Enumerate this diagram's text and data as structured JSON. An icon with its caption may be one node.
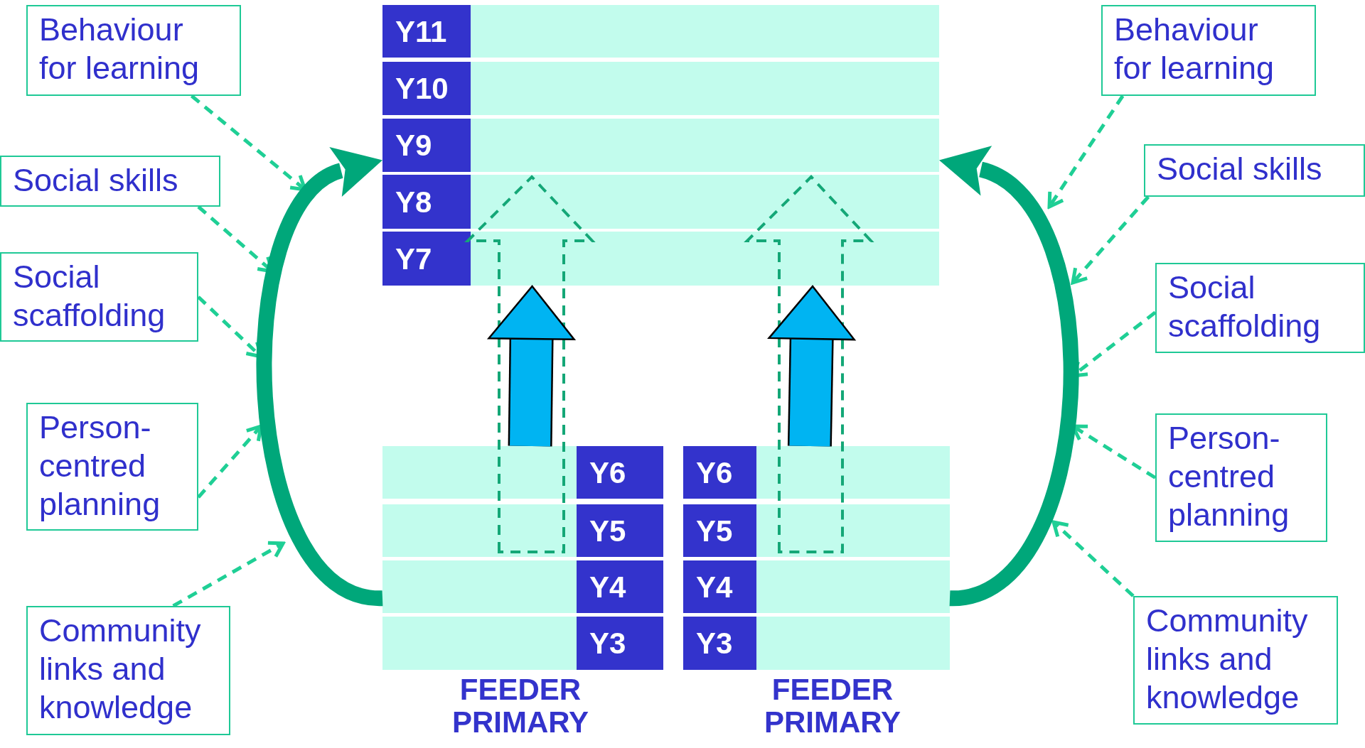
{
  "diagram": {
    "nodes": [
      {
        "text": [
          "Behaviour for learning"
        ]
      },
      {
        "text": [
          "Social skills"
        ]
      },
      {
        "text": [
          "Social scaffolding"
        ]
      },
      {
        "text": [
          "Person-centred planning"
        ]
      },
      {
        "text": [
          "Community links and knowledge"
        ]
      },
      {
        "text": [
          "Y11"
        ]
      },
      {
        "text": [
          "Y10"
        ]
      },
      {
        "text": [
          "Y9"
        ]
      },
      {
        "text": [
          "Y8"
        ]
      },
      {
        "text": [
          "Y7"
        ]
      },
      {
        "text": [
          "Behaviour for learning"
        ]
      },
      {
        "text": [
          "Social skills"
        ]
      },
      {
        "text": [
          "Social scaffolding"
        ]
      },
      {
        "text": [
          "Person-centred planning"
        ]
      },
      {
        "text": [
          "Community links and knowledge"
        ]
      },
      {
        "text": [
          "Y6"
        ]
      },
      {
        "text": [
          "Y5"
        ]
      },
      {
        "text": [
          "Y4"
        ]
      },
      {
        "text": [
          "Y3"
        ]
      },
      {
        "text": [
          "Y6"
        ]
      },
      {
        "text": [
          "Y5"
        ]
      },
      {
        "text": [
          "Y4"
        ]
      },
      {
        "text": [
          "Y3"
        ]
      }
    ],
    "edges": [
      {
        "from": 0,
        "to": null,
        "arrow": "to",
        "style": "dashed"
      },
      {
        "from": 1,
        "to": null,
        "arrow": "to",
        "style": "dashed"
      },
      {
        "from": 2,
        "to": null,
        "arrow": "to",
        "style": "dashed"
      },
      {
        "from": 3,
        "to": null,
        "arrow": "to",
        "style": "dashed"
      },
      {
        "from": 4,
        "to": null,
        "arrow": "to",
        "style": "dashed"
      },
      {
        "from": 10,
        "to": null,
        "arrow": "to",
        "style": "dashed"
      },
      {
        "from": 11,
        "to": null,
        "arrow": "to",
        "style": "dashed"
      },
      {
        "from": 12,
        "to": null,
        "arrow": "to",
        "style": "dashed"
      },
      {
        "from": 13,
        "to": null,
        "arrow": "to",
        "style": "dashed"
      },
      {
        "from": 14,
        "to": null,
        "arrow": "to",
        "style": "dashed"
      },
      {
        "from": 17,
        "to": 7,
        "arrow": "to",
        "style": "thick",
        "color": "#00a77a"
      },
      {
        "from": 21,
        "to": 7,
        "arrow": "to",
        "style": "thick",
        "color": "#00a77a"
      },
      {
        "from": 15,
        "to": 9,
        "arrow": "to",
        "style": "thick",
        "color": "#00b4f2"
      },
      {
        "from": 19,
        "to": 9,
        "arrow": "to",
        "style": "thick",
        "color": "#00b4f2"
      }
    ],
    "labels": [
      "FEEDER PRIMARY",
      "FEEDER PRIMARY"
    ]
  }
}
